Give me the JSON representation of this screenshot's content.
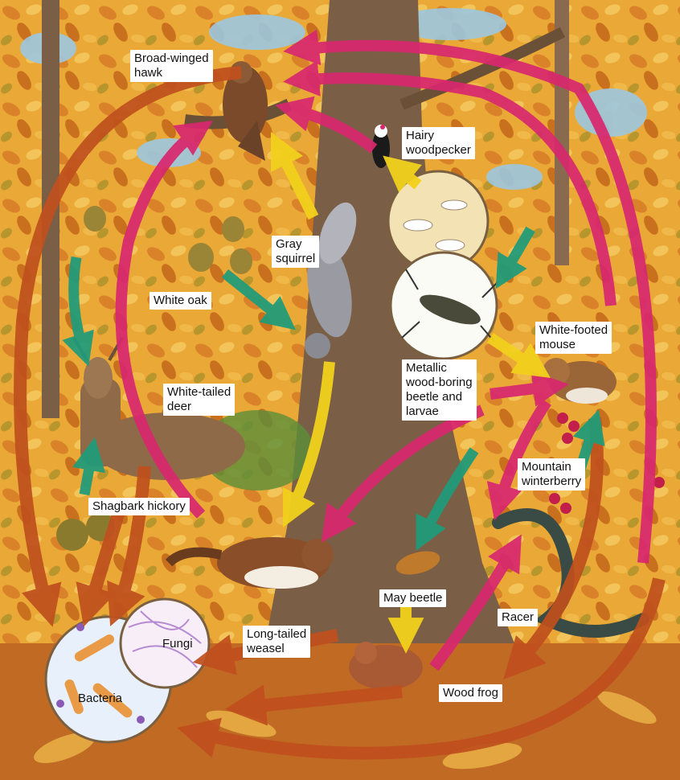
{
  "labels": {
    "hawk": "Broad-winged\nhawk",
    "woodpecker": "Hairy\nwoodpecker",
    "squirrel": "Gray\nsquirrel",
    "white_oak": "White oak",
    "mouse": "White-footed\nmouse",
    "beetle": "Metallic\nwood-boring\nbeetle and\nlarvae",
    "deer": "White-tailed\ndeer",
    "winterberry": "Mountain\nwinterberry",
    "hickory": "Shagbark hickory",
    "may_beetle": "May beetle",
    "racer": "Racer",
    "weasel": "Long-tailed\nweasel",
    "fungi": "Fungi",
    "bacteria": "Bacteria",
    "wood_frog": "Wood frog"
  },
  "colors": {
    "decomposer_arrow": "#c0501e",
    "predator_arrow": "#d8286e",
    "herbivore_arrow": "#1f9c7a",
    "insect_arrow": "#f2d11c",
    "foliage": "#e8a23a",
    "trunk": "#7a5e45",
    "sky": "#9cc7e0"
  }
}
